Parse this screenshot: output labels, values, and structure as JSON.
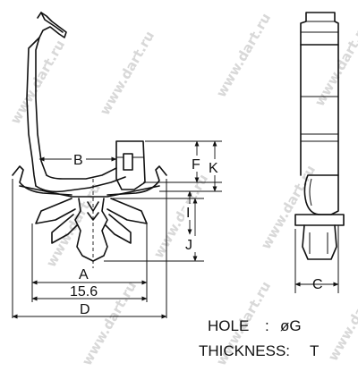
{
  "watermark": {
    "text": "www.dart.ru",
    "color": "#c8c8c8"
  },
  "dimension_labels": {
    "A": "A",
    "B": "B",
    "C": "C",
    "D": "D",
    "F": "F",
    "I": "I",
    "J": "J",
    "K": "K",
    "width": "15.6"
  },
  "specs": {
    "hole_label": "HOLE",
    "hole_sep": ":",
    "hole_value": "øG",
    "thickness_label": "THICKNESS:",
    "thickness_value": "T"
  }
}
